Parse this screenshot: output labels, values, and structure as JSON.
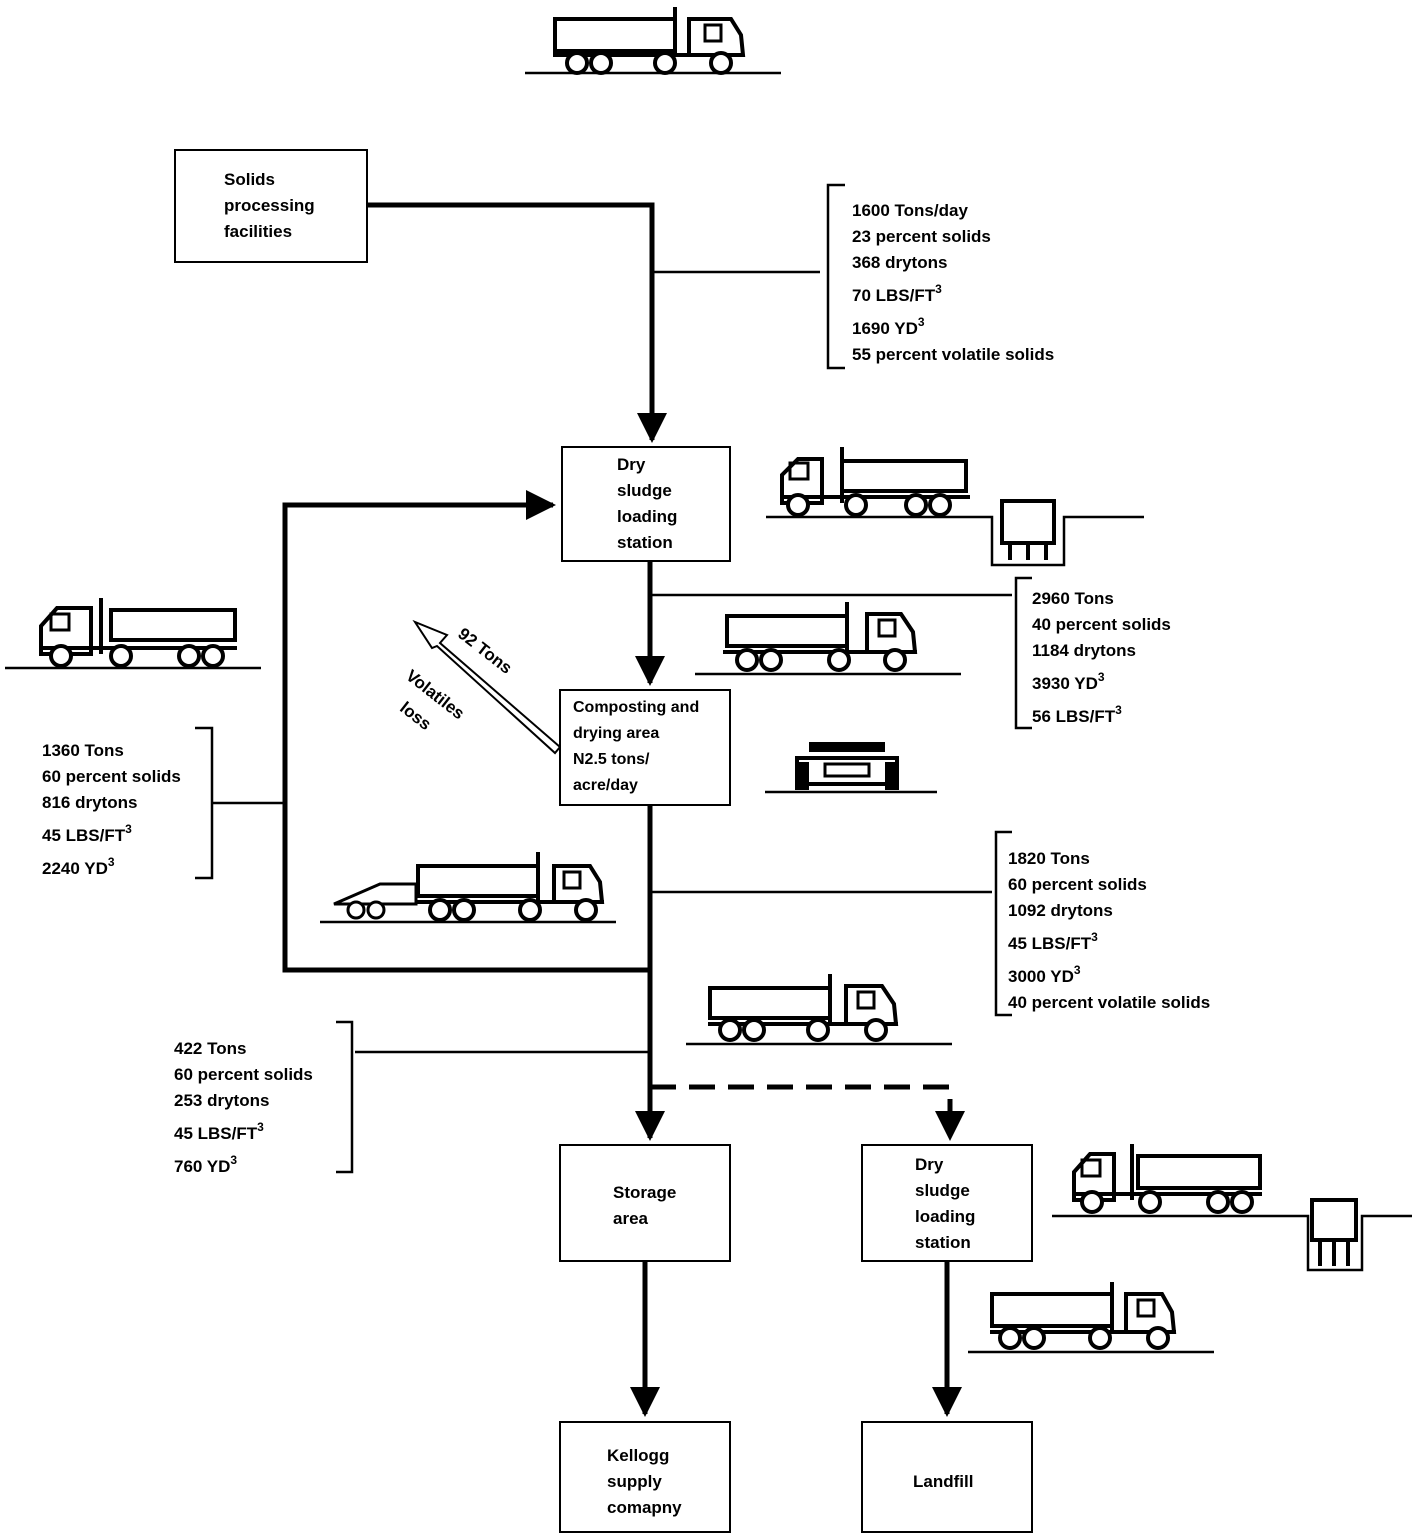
{
  "boxes": {
    "solids": [
      "Solids",
      "processing",
      "facilities"
    ],
    "dry_loading_1": [
      "Dry",
      "sludge",
      "loading",
      "station"
    ],
    "composting": [
      "Composting and",
      "drying area",
      "N2.5 tons/",
      "acre/day"
    ],
    "storage": [
      "Storage",
      "area"
    ],
    "dry_loading_2": [
      "Dry",
      "sludge",
      "loading",
      "station"
    ],
    "kellogg": [
      "Kellogg",
      "supply",
      "comapny"
    ],
    "landfill": [
      "Landfill"
    ]
  },
  "notes": {
    "solids_out": [
      "1600 Tons/day",
      "23 percent solids",
      "368 drytons",
      "70 LBS/FT",
      "1690 YD",
      "55 percent volatile solids"
    ],
    "loading_out": [
      "2960 Tons",
      "40 percent solids",
      "1184 drytons",
      "3930 YD",
      "56 LBS/FT"
    ],
    "recycle": [
      "1360 Tons",
      "60 percent solids",
      "816 drytons",
      "45 LBS/FT",
      "2240 YD"
    ],
    "compost_out": [
      "1820 Tons",
      "60 percent solids",
      "1092 drytons",
      "45 LBS/FT",
      "3000 YD",
      "40 percent volatile solids"
    ],
    "storage_in": [
      "422 Tons",
      "60 percent solids",
      "253 drytons",
      "45 LBS/FT",
      "760 YD"
    ]
  },
  "exponent": "3",
  "volatiles": {
    "tons": "92 Tons",
    "label1": "Volatiles",
    "label2": "loss"
  }
}
